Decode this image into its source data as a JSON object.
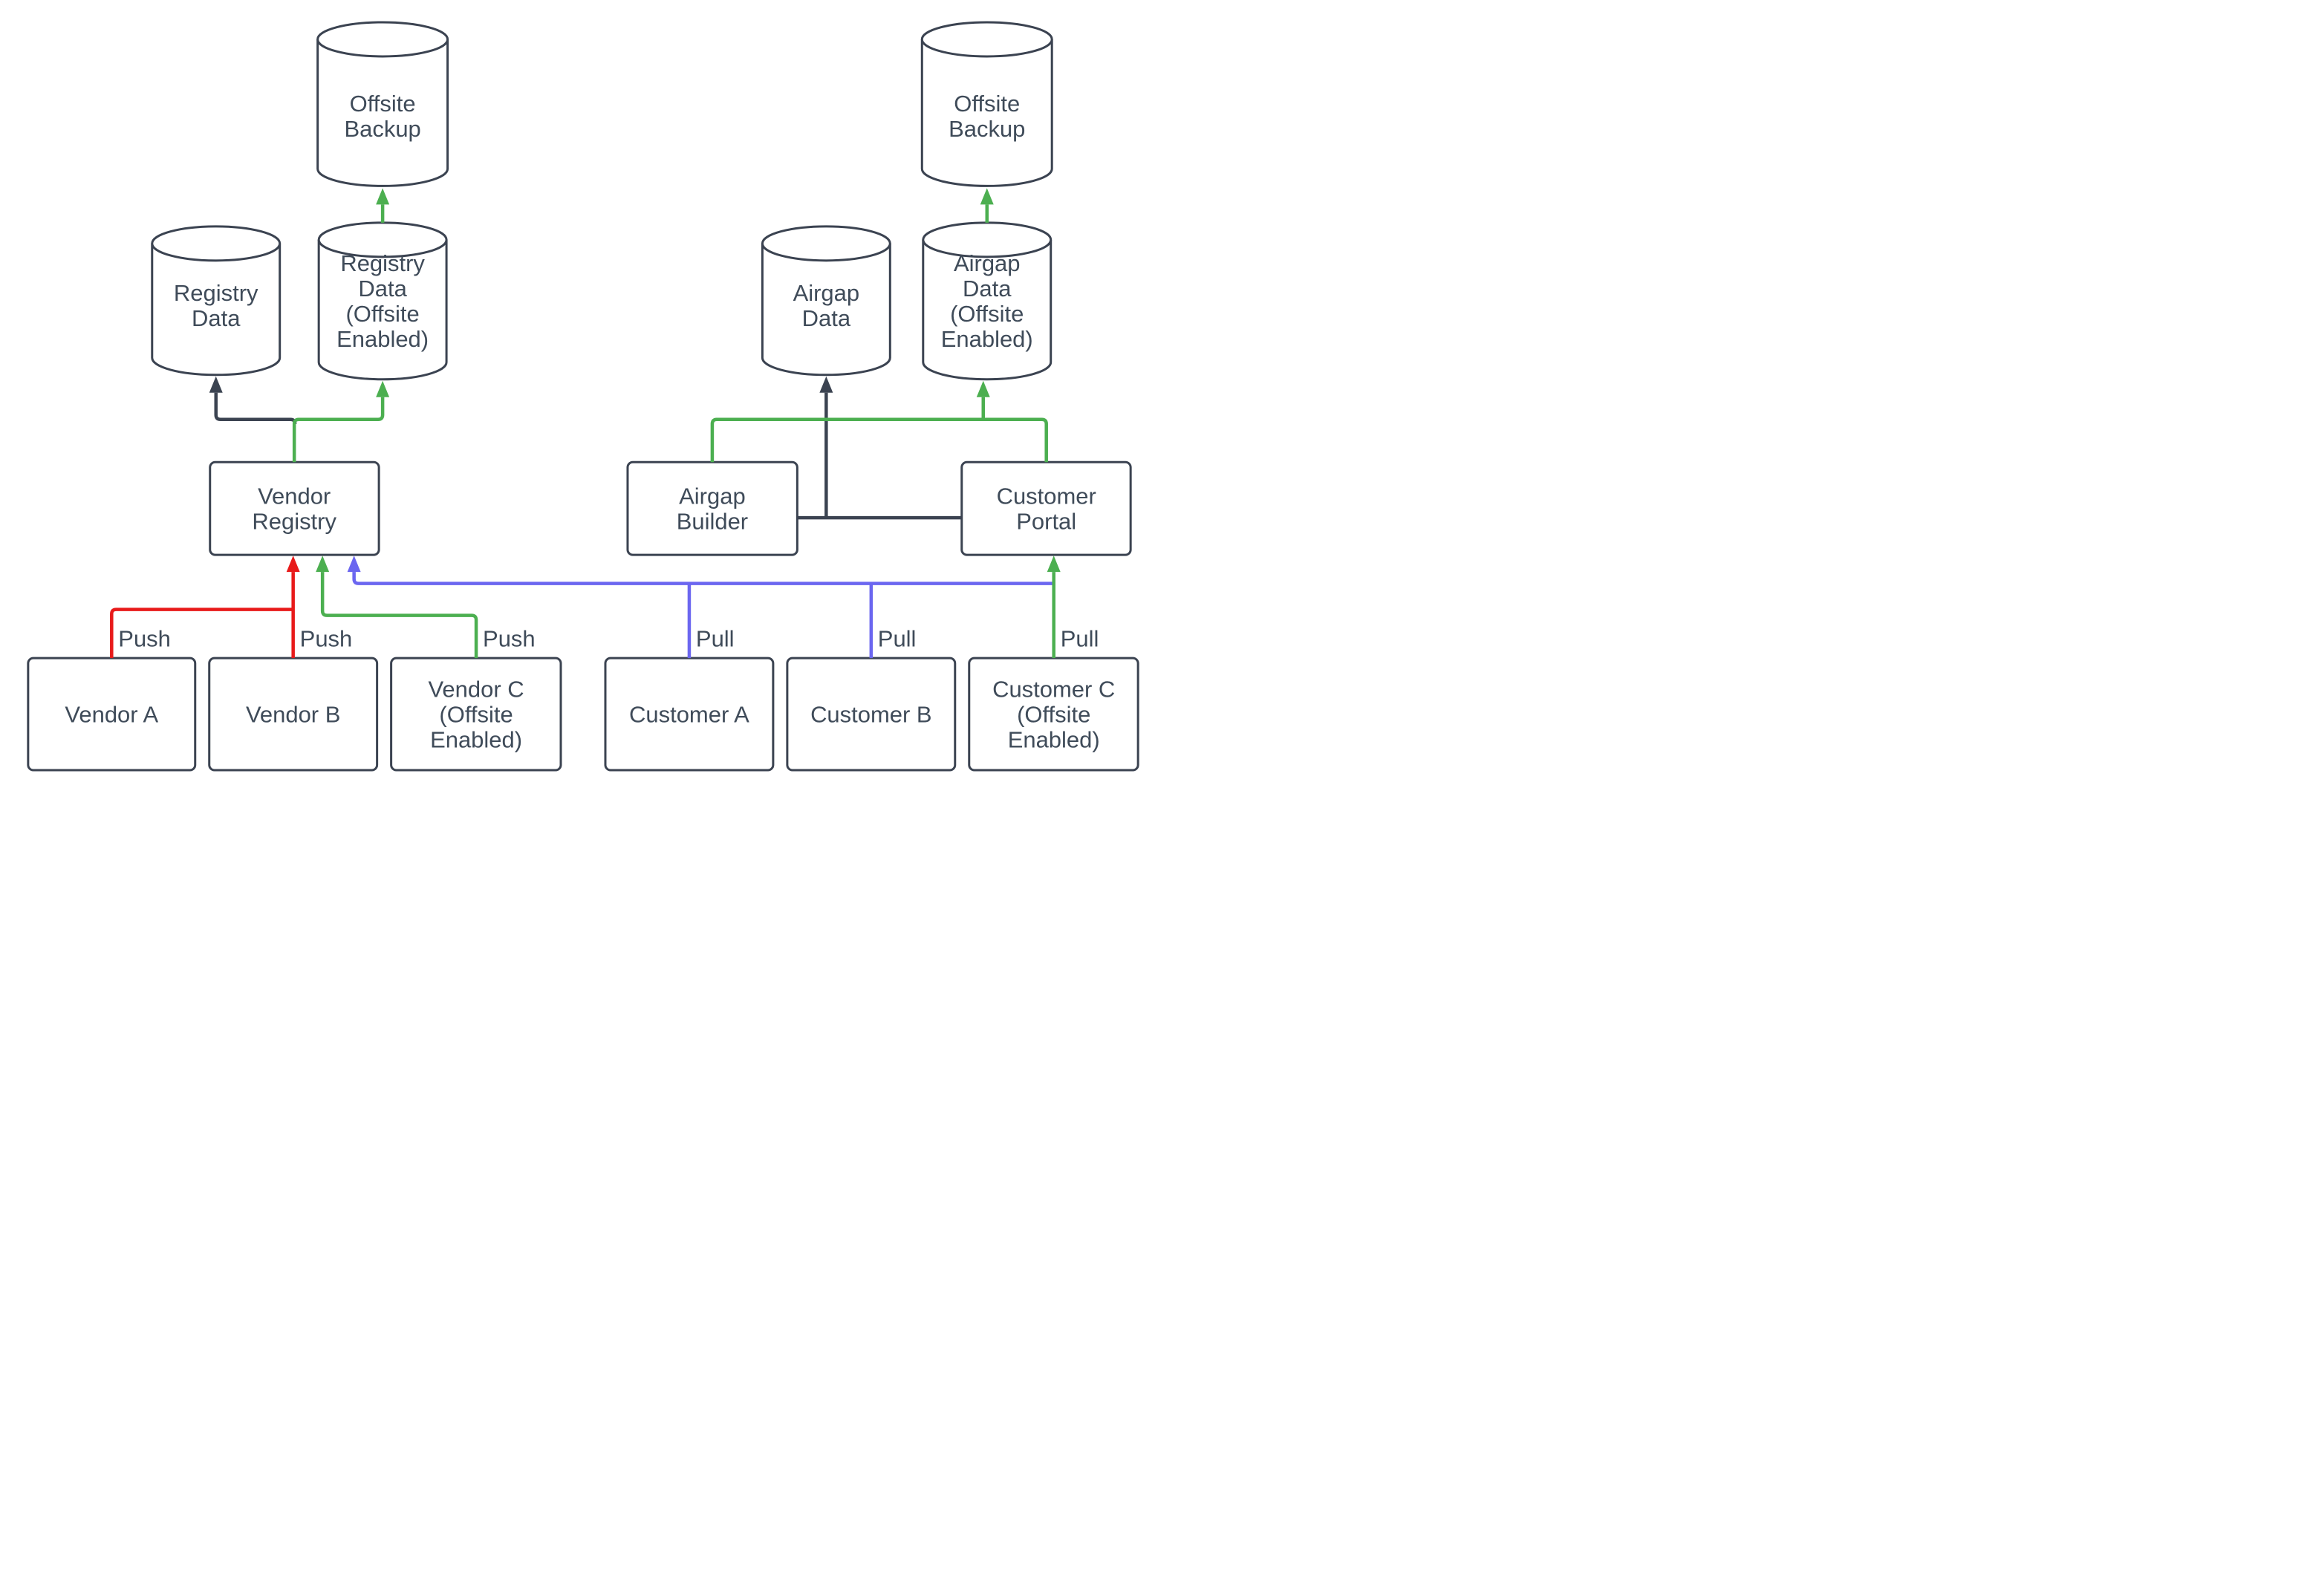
{
  "diagram": {
    "colors": {
      "node_stroke": "#3b4351",
      "text": "#3f4b59",
      "red": "#e81a1a",
      "green": "#4caf50",
      "blue": "#6b66f0",
      "dark": "#3b4351",
      "background": "#ffffff"
    },
    "cylinders": [
      {
        "id": "offsite-backup-left",
        "lines": [
          "Offsite",
          "Backup"
        ]
      },
      {
        "id": "registry-data",
        "lines": [
          "Registry",
          "Data"
        ]
      },
      {
        "id": "registry-data-offsite",
        "lines": [
          "Registry",
          "Data",
          "(Offsite",
          "Enabled)"
        ]
      },
      {
        "id": "airgap-data",
        "lines": [
          "Airgap",
          "Data"
        ]
      },
      {
        "id": "airgap-data-offsite",
        "lines": [
          "Airgap",
          "Data",
          "(Offsite",
          "Enabled)"
        ]
      },
      {
        "id": "offsite-backup-right",
        "lines": [
          "Offsite",
          "Backup"
        ]
      }
    ],
    "boxes": [
      {
        "id": "vendor-registry",
        "lines": [
          "Vendor",
          "Registry"
        ]
      },
      {
        "id": "airgap-builder",
        "lines": [
          "Airgap",
          "Builder"
        ]
      },
      {
        "id": "customer-portal",
        "lines": [
          "Customer",
          "Portal"
        ]
      },
      {
        "id": "vendor-a",
        "lines": [
          "Vendor A"
        ]
      },
      {
        "id": "vendor-b",
        "lines": [
          "Vendor B"
        ]
      },
      {
        "id": "vendor-c",
        "lines": [
          "Vendor C",
          "(Offsite",
          "Enabled)"
        ]
      },
      {
        "id": "customer-a",
        "lines": [
          "Customer A"
        ]
      },
      {
        "id": "customer-b",
        "lines": [
          "Customer B"
        ]
      },
      {
        "id": "customer-c",
        "lines": [
          "Customer C",
          "(Offsite",
          "Enabled)"
        ]
      }
    ],
    "edges": [
      {
        "from": "vendor-a",
        "to": "vendor-registry",
        "color": "red",
        "label": "Push"
      },
      {
        "from": "vendor-b",
        "to": "vendor-registry",
        "color": "red",
        "label": "Push"
      },
      {
        "from": "vendor-c",
        "to": "vendor-registry",
        "color": "green",
        "label": "Push"
      },
      {
        "from": "customer-a",
        "to": "vendor-registry",
        "color": "blue",
        "label": "Pull"
      },
      {
        "from": "customer-b",
        "to": "vendor-registry",
        "color": "blue",
        "label": "Pull"
      },
      {
        "from": "customer-c",
        "to": "customer-portal",
        "color": "green",
        "label": "Pull"
      },
      {
        "from": "vendor-registry",
        "to": "registry-data",
        "color": "dark",
        "label": ""
      },
      {
        "from": "vendor-registry",
        "to": "registry-data-offsite",
        "color": "green",
        "label": ""
      },
      {
        "from": "registry-data-offsite",
        "to": "offsite-backup-left",
        "color": "green",
        "label": ""
      },
      {
        "from": "airgap-builder",
        "to": "airgap-data",
        "color": "dark",
        "label": ""
      },
      {
        "from": "customer-portal",
        "to": "airgap-data",
        "color": "dark",
        "label": ""
      },
      {
        "from": "customer-portal",
        "to": "airgap-data-offsite",
        "color": "green",
        "label": ""
      },
      {
        "from": "customer-portal",
        "to": "airgap-builder",
        "color": "green",
        "label": ""
      },
      {
        "from": "airgap-data-offsite",
        "to": "offsite-backup-right",
        "color": "green",
        "label": ""
      }
    ]
  }
}
